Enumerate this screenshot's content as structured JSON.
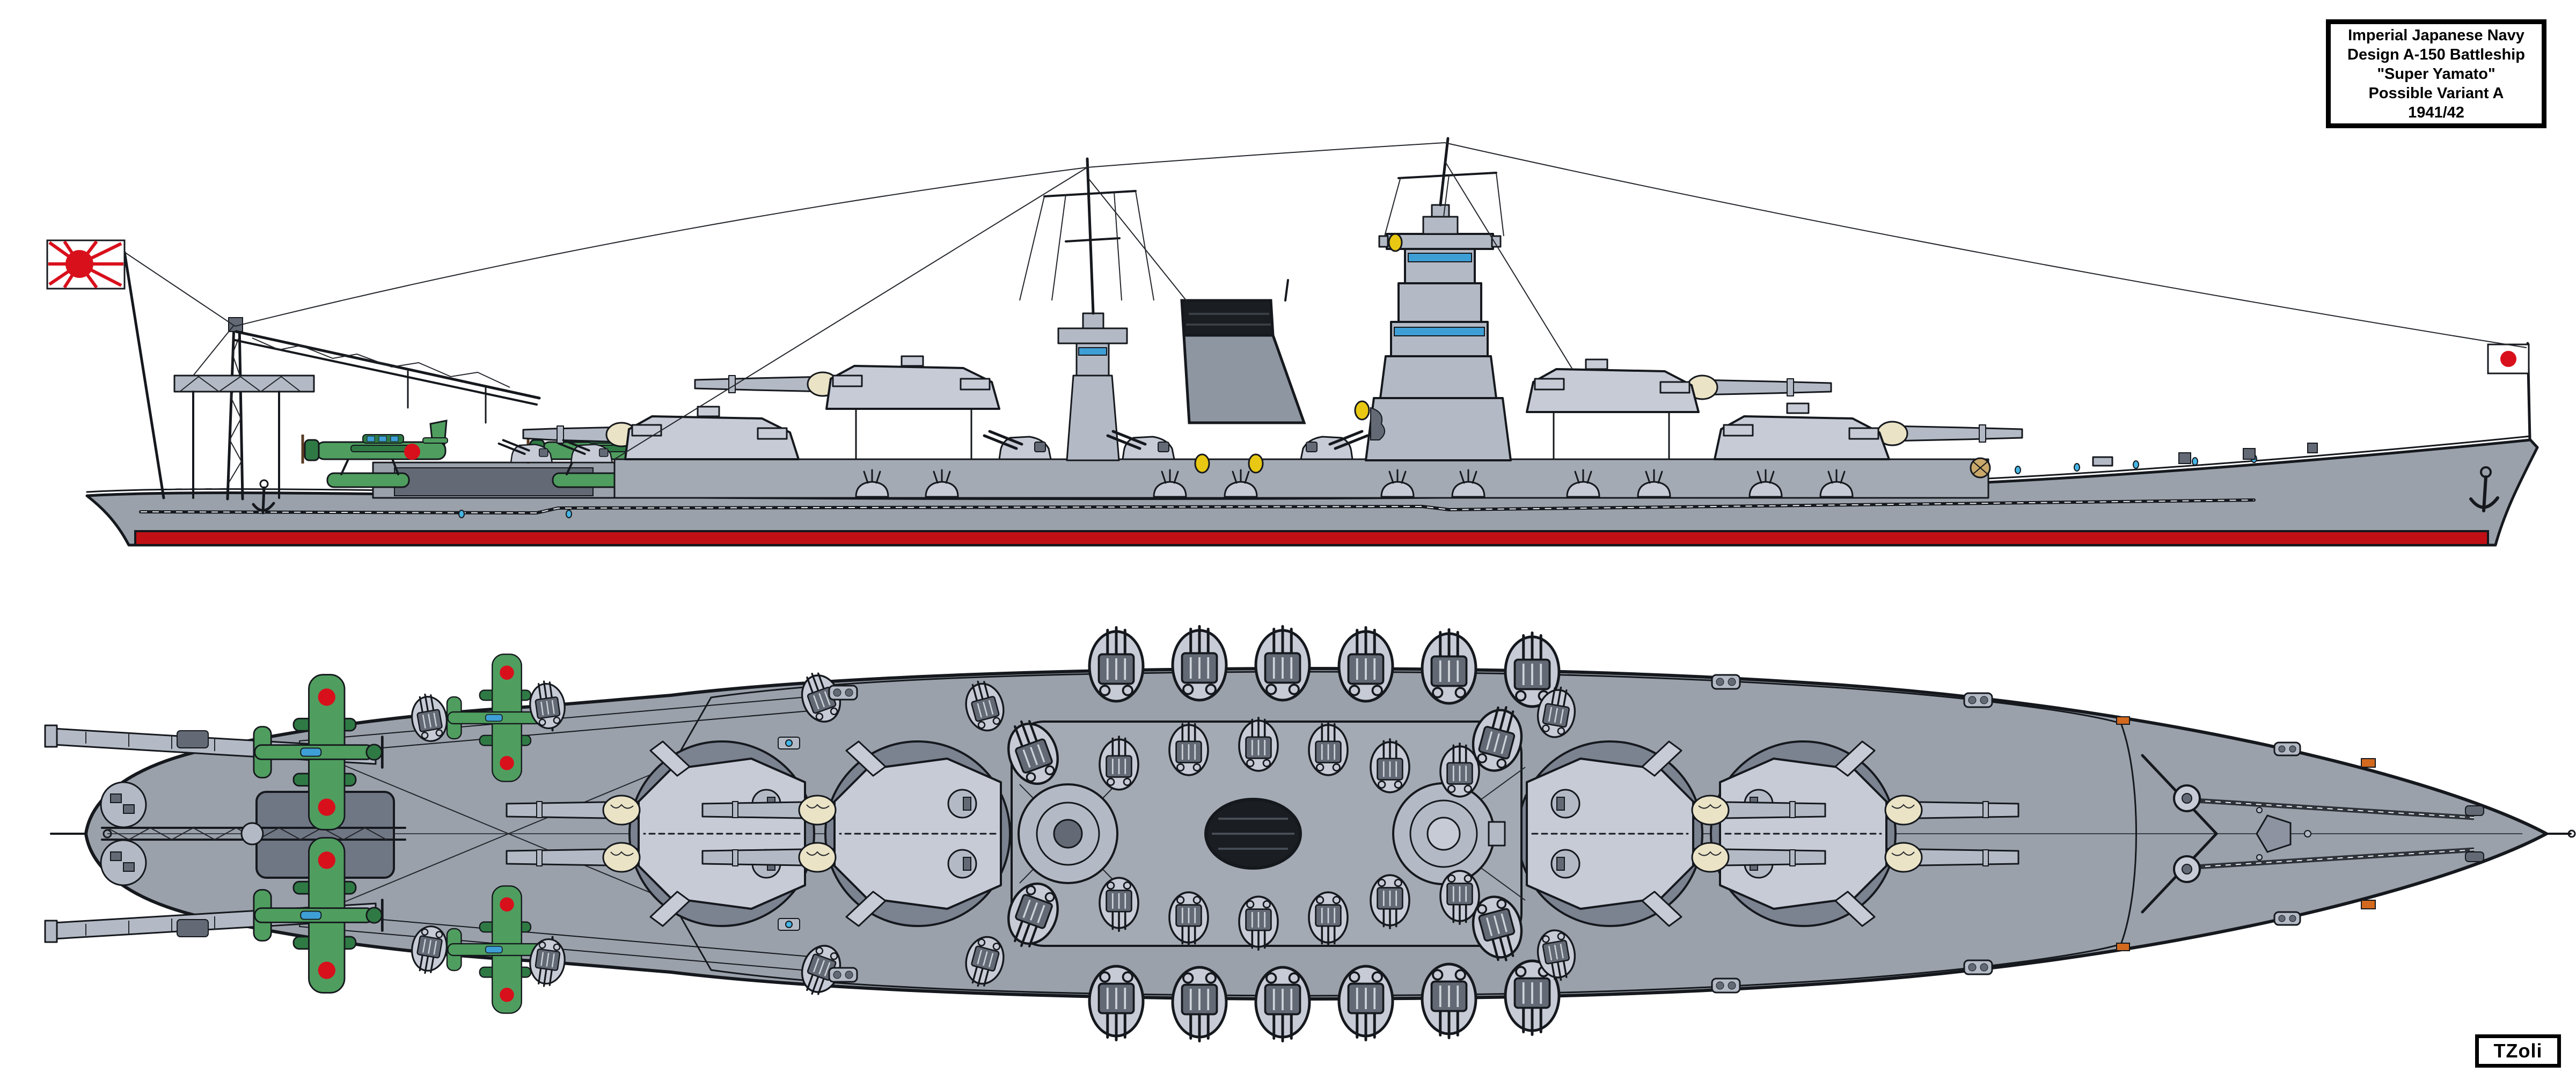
{
  "title_box": {
    "lines": [
      "Imperial Japanese Navy",
      "Design A-150 Battleship",
      "\"Super Yamato\"",
      "Possible Variant A",
      "1941/42"
    ]
  },
  "signature": {
    "text": "TZoli"
  },
  "icons": {
    "stern_flag": "rising-sun-naval-ensign",
    "bow_flag": "hinomaru-jack-flag",
    "views": [
      "side-profile-drawing",
      "top-plan-drawing"
    ]
  },
  "colors": {
    "outline": "#15181d",
    "hull_grey": "#9aa1aa",
    "deck_grey": "#a4aab3",
    "superstructure_grey": "#b4bac5",
    "turret_grey": "#c6cbd6",
    "dark_grey": "#636a75",
    "funnel_black": "#1a1d22",
    "waterline_red": "#c01015",
    "deck_tan": "#d8c892",
    "plank_line": "#8a7b52",
    "catapult_orange": "#d2691e",
    "aircraft_green": "#4f9e5f",
    "aircraft_green_dark": "#2f7a44",
    "roundel_red": "#d8101c",
    "searchlight_yellow": "#e8c812",
    "porthole_blue": "#45b5e5",
    "window_blue": "#3e9fd6",
    "bloomer_cream": "#eae3c6"
  }
}
